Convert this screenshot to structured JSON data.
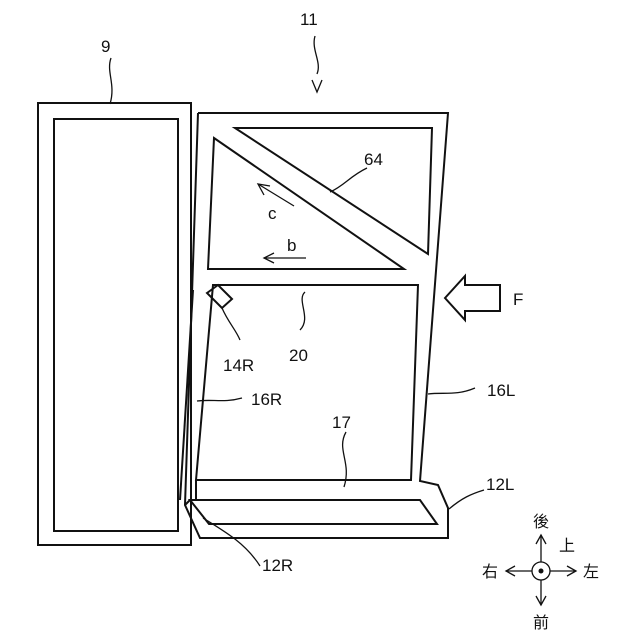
{
  "labels": {
    "frame_9": "9",
    "assembly_11": "11",
    "brace_64": "64",
    "arrow_c": "c",
    "arrow_b": "b",
    "force_F": "F",
    "part_20": "20",
    "part_14R": "14R",
    "part_16R": "16R",
    "part_16L": "16L",
    "part_17": "17",
    "part_12L": "12L",
    "part_12R": "12R"
  },
  "compass": {
    "rear": "後",
    "up": "上",
    "right": "右",
    "left": "左",
    "front": "前"
  }
}
